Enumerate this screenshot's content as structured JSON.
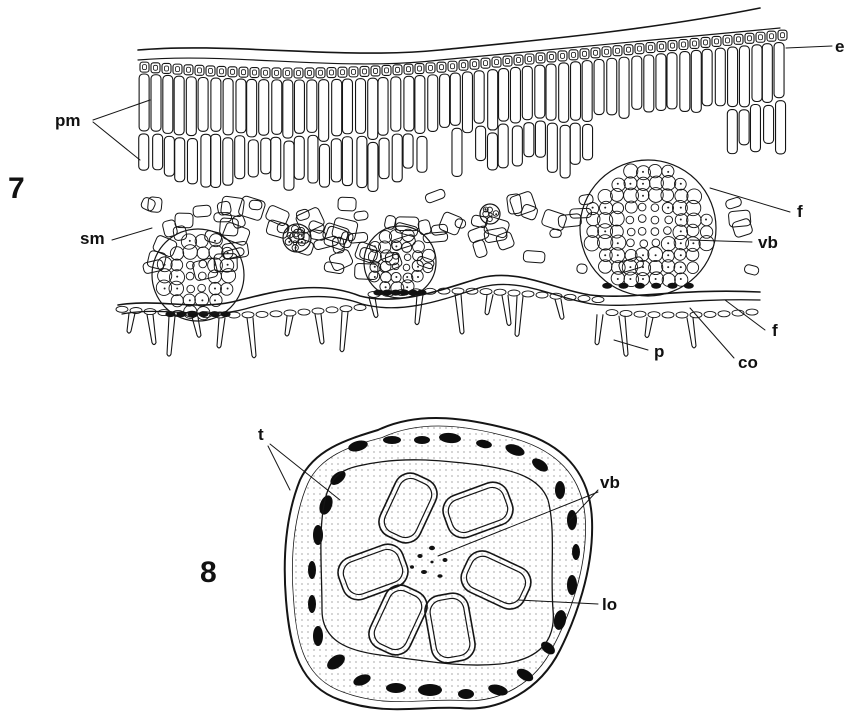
{
  "figures": [
    {
      "number": "7",
      "labels": {
        "e": "e",
        "pm": "pm",
        "sm": "sm",
        "f_upper": "f",
        "vb": "vb",
        "f_lower": "f",
        "p": "p",
        "co": "co"
      }
    },
    {
      "number": "8",
      "labels": {
        "t": "t",
        "vb": "vb",
        "lo": "lo"
      }
    }
  ]
}
